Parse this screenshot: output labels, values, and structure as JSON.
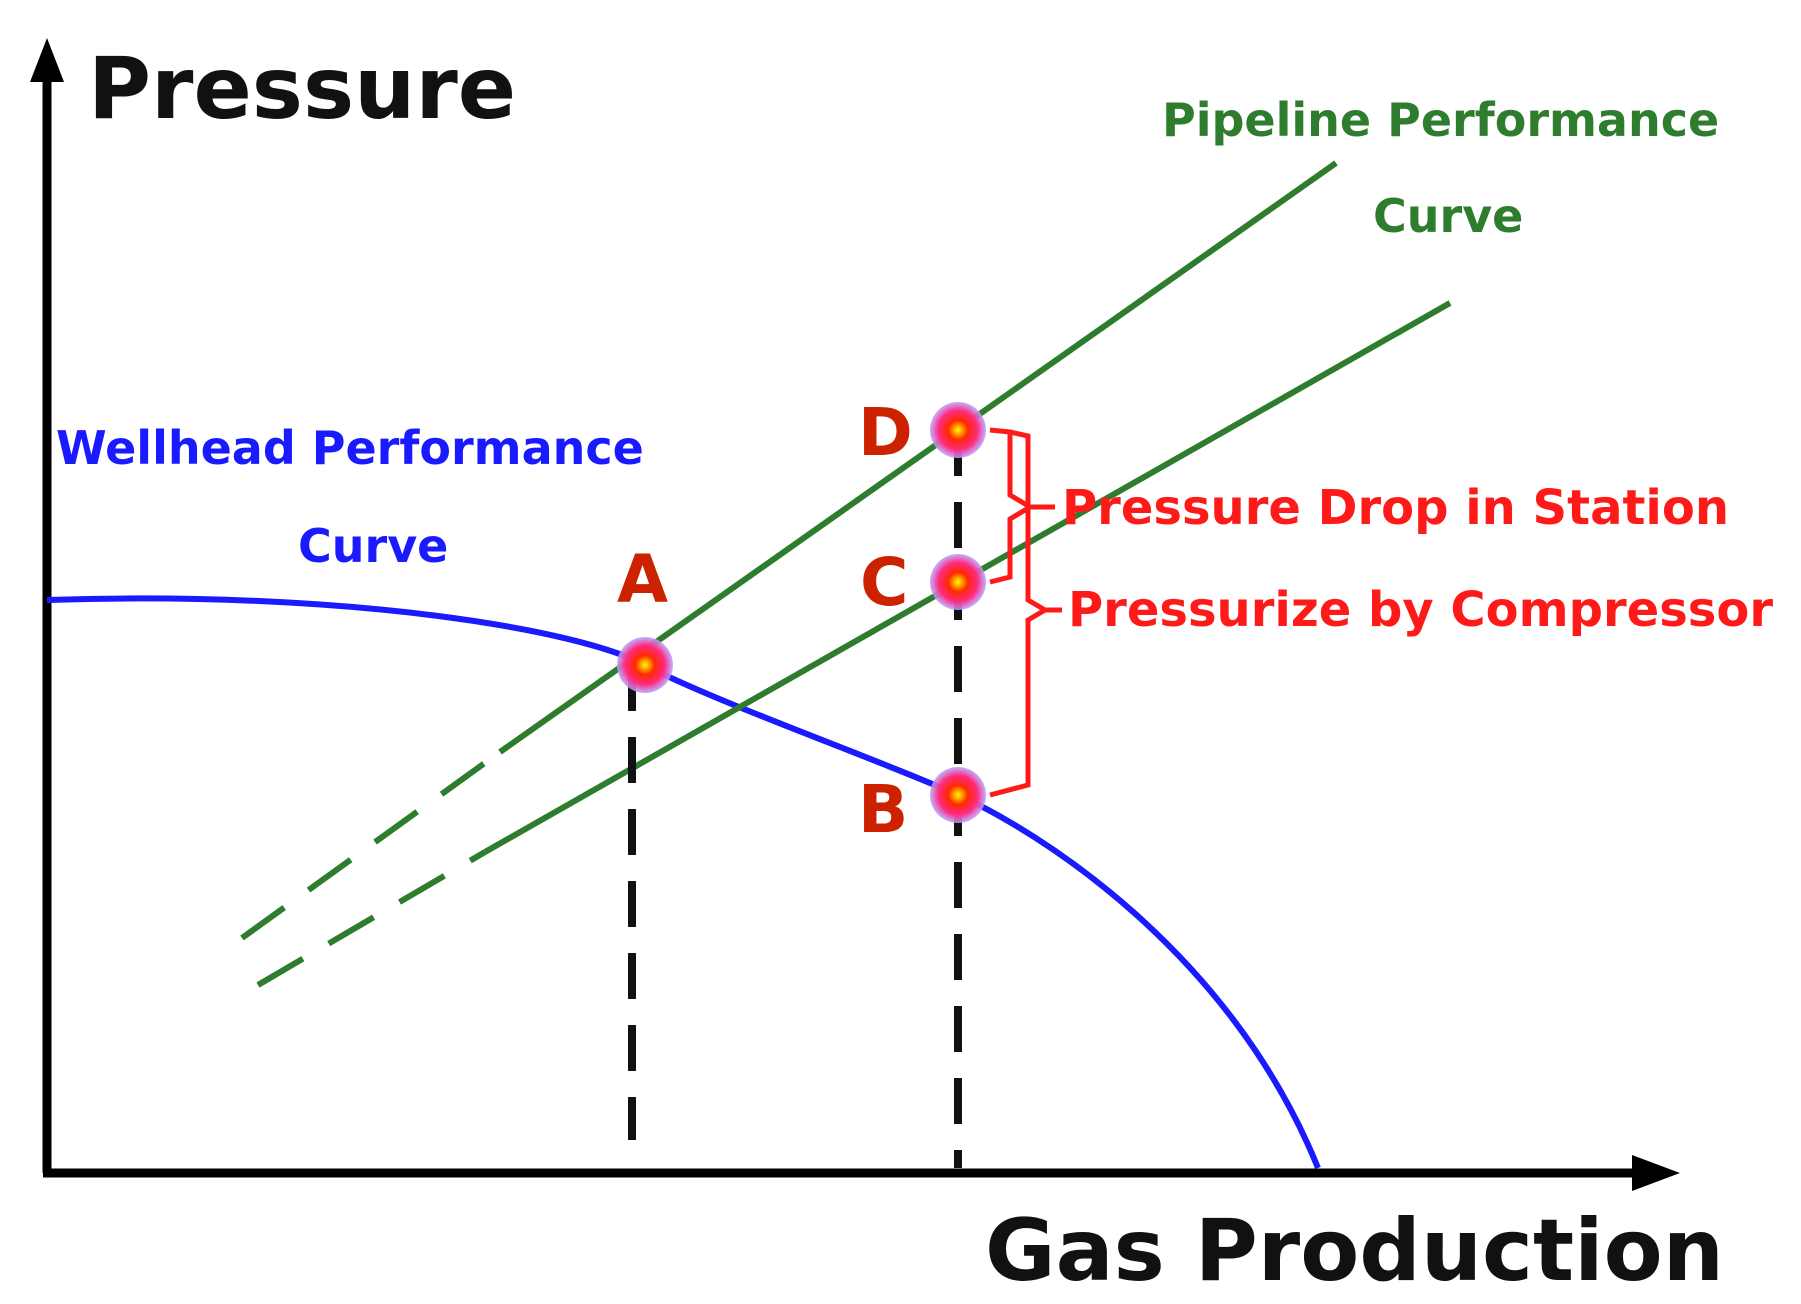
{
  "axes": {
    "y_title": "Pressure",
    "x_title": "Gas Production"
  },
  "curves": {
    "pipeline": {
      "label_line1": "Pipeline Performance",
      "label_line2": "Curve",
      "color": "#2e7d2e"
    },
    "wellhead": {
      "label_line1": "Wellhead Performance",
      "label_line2": "Curve",
      "color": "#1a1aff"
    }
  },
  "points": {
    "A": {
      "label": "A"
    },
    "B": {
      "label": "B"
    },
    "C": {
      "label": "C"
    },
    "D": {
      "label": "D"
    }
  },
  "annotations": {
    "pressure_drop": "Pressure Drop in Station",
    "pressurize": "Pressurize by Compressor",
    "color": "#ff1a1a"
  },
  "colors": {
    "axis": "#000000",
    "point_label": "#cc2200",
    "drop_line": "#111111"
  }
}
